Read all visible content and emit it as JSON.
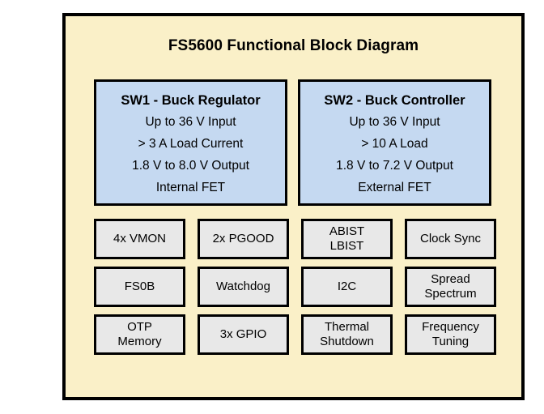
{
  "diagram": {
    "title": "FS5600 Functional Block Diagram",
    "colors": {
      "background": "#faf0c8",
      "switcher_block_fill": "#c5d9f1",
      "feature_block_fill": "#e8e8e8",
      "border": "#000000",
      "text": "#000000"
    },
    "switcher_blocks": [
      {
        "title": "SW1 - Buck Regulator",
        "lines": [
          "Up to 36 V Input",
          "> 3 A Load Current",
          "1.8 V to 8.0 V Output",
          "Internal FET"
        ]
      },
      {
        "title": "SW2 - Buck Controller",
        "lines": [
          "Up to 36 V Input",
          "> 10 A Load",
          "1.8 V to 7.2 V Output",
          "External FET"
        ]
      }
    ],
    "feature_blocks": [
      "4x VMON",
      "2x PGOOD",
      "ABIST\nLBIST",
      "Clock Sync",
      "FS0B",
      "Watchdog",
      "I2C",
      "Spread\nSpectrum",
      "OTP\nMemory",
      "3x GPIO",
      "Thermal\nShutdown",
      "Frequency\nTuning"
    ]
  }
}
